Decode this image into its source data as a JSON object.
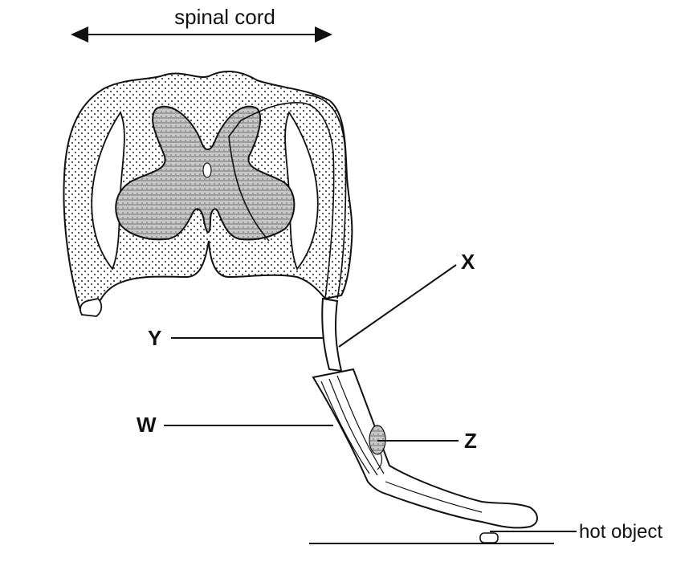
{
  "title": "spinal cord",
  "labels": {
    "x": "X",
    "y": "Y",
    "w": "W",
    "z": "Z",
    "hot_object": "hot object"
  },
  "colors": {
    "ink": "#111111",
    "grey_matter": "#bdbdbd",
    "white_matter": "#f4f4f4"
  }
}
